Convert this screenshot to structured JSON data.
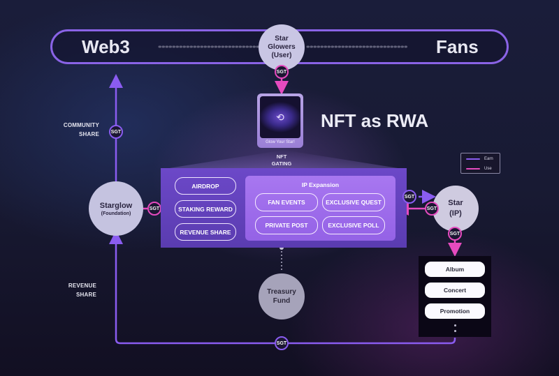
{
  "top_bar": {
    "left_label": "Web3",
    "right_label": "Fans",
    "center_node": {
      "line1": "Star",
      "line2": "Glowers",
      "line3": "(User)"
    }
  },
  "token_label": "SGT",
  "nft": {
    "title": "NFT as RWA",
    "card_caption": "Glow Your Star!",
    "card_icon": "starglow-logo-icon",
    "gating_line1": "NFT",
    "gating_line2": "GATING"
  },
  "foundation": {
    "name": "Starglow",
    "sub": "(Foundation)"
  },
  "left_labels": {
    "community_line1": "COMMUNITY",
    "community_line2": "SHARE",
    "revenue_line1": "REVENUE",
    "revenue_line2": "SHARE"
  },
  "rewards": [
    "AIRDROP",
    "STAKING REWARD",
    "REVENUE SHARE"
  ],
  "ip_expansion": {
    "title": "IP Expansion",
    "items": [
      "FAN EVENTS",
      "EXCLUSIVE QUEST",
      "PRIVATE POST",
      "EXCLUSIVE POLL"
    ]
  },
  "star": {
    "line1": "Star",
    "line2": "(IP)"
  },
  "treasury": {
    "line1": "Treasury",
    "line2": "Fund"
  },
  "legend": {
    "items": [
      {
        "label": "Earn",
        "color": "#8a5cf0"
      },
      {
        "label": "Use",
        "color": "#e64bbf"
      }
    ]
  },
  "products": {
    "items": [
      "Album",
      "Concert",
      "Promotion"
    ],
    "more": "⋮"
  },
  "colors": {
    "earn": "#8a5cf0",
    "use": "#e64bbf"
  }
}
